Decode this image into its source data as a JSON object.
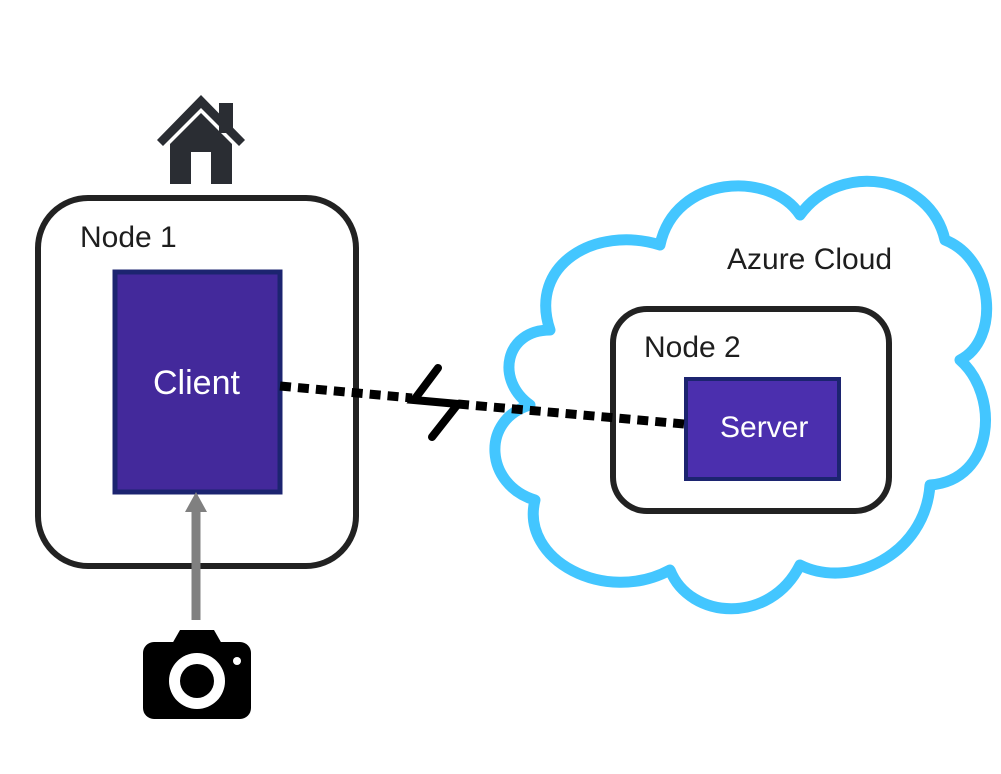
{
  "nodes": {
    "node1": {
      "label": "Node 1"
    },
    "node2": {
      "label": "Node 2"
    }
  },
  "components": {
    "client": {
      "label": "Client"
    },
    "server": {
      "label": "Server"
    }
  },
  "cloud": {
    "label": "Azure Cloud"
  },
  "icons": [
    "home-icon",
    "camera-icon",
    "lightning-link-icon",
    "cloud-shape"
  ],
  "colors": {
    "outline": "#222222",
    "component_fill": "#43299b",
    "component_border": "#1c2470",
    "cloud_stroke": "#43c6ff",
    "arrow": "#808080",
    "icon": "#2a2d33"
  }
}
